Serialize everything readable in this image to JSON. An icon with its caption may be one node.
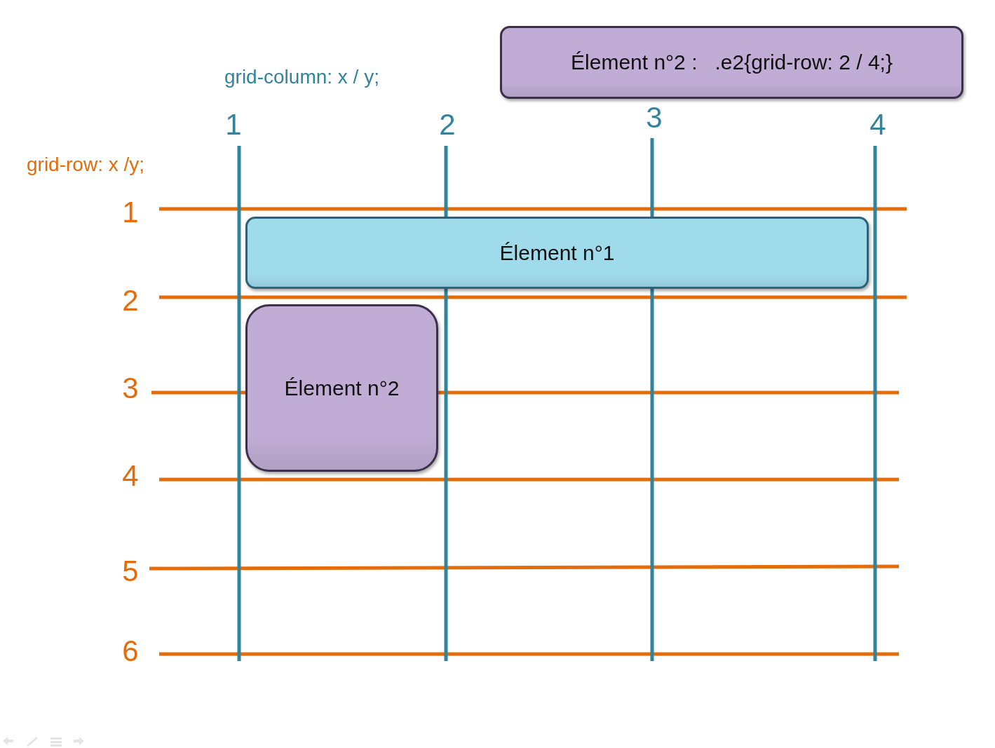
{
  "diagram": {
    "nodes": [
      {
        "text": [
          "Élement n°2 :   .e2{grid-row: 2 / 4;}"
        ]
      },
      {
        "text": [
          "Élement n°1"
        ]
      },
      {
        "text": [
          "Élement n°2"
        ]
      }
    ],
    "labels": [
      "grid-column: x / y;",
      "1",
      "2",
      "3",
      "4",
      "grid-row: x /y;",
      "1",
      "2",
      "3",
      "4",
      "5",
      "6"
    ]
  }
}
